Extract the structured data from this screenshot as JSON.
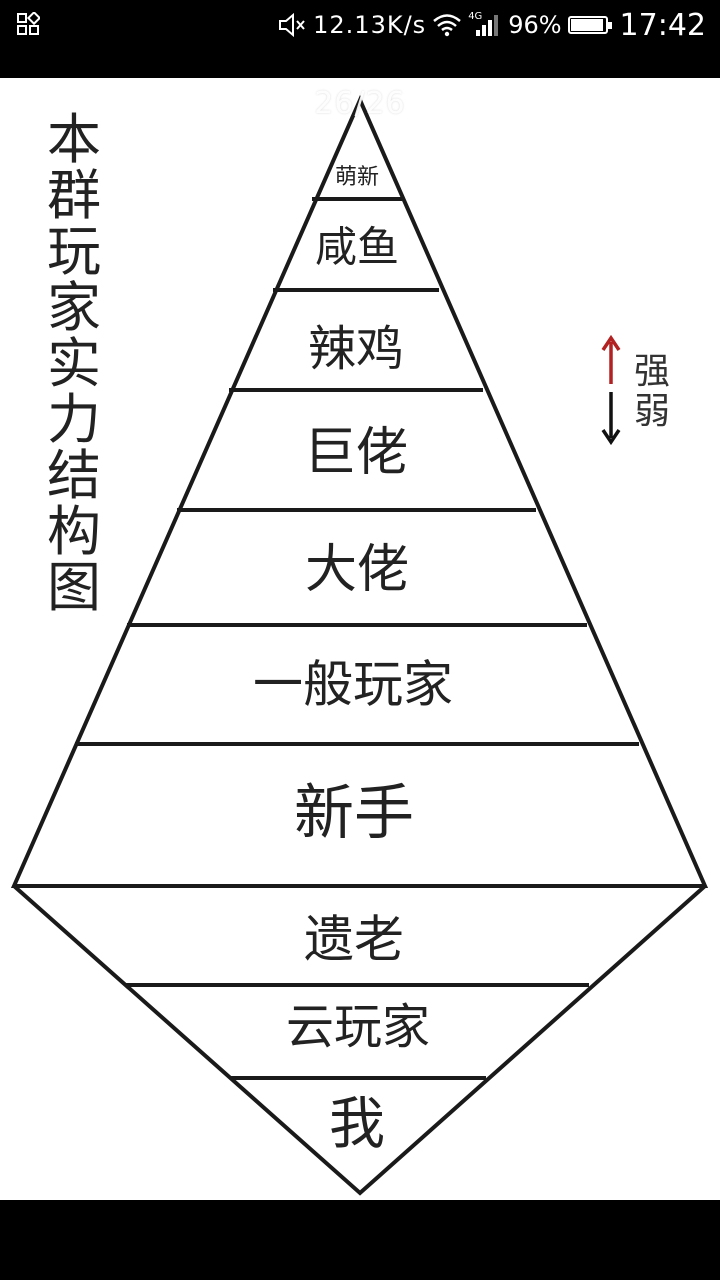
{
  "status_bar": {
    "network_speed": "12.13K/s",
    "network_type": "4G",
    "battery_percent": "96%",
    "battery_level": 0.96,
    "time": "17:42",
    "icons": [
      "app-grid-icon",
      "mute-icon",
      "wifi-icon",
      "signal-icon",
      "battery-icon"
    ]
  },
  "viewer": {
    "page_counter": "26/26",
    "icons": [
      "back-arrow-icon",
      "more-vertical-icon"
    ]
  },
  "image": {
    "side_title": "本群玩家实力结构图",
    "legend": {
      "text": "强弱",
      "up_color": "#b22222",
      "down_color": "#111111",
      "icons": [
        "up-arrow-icon",
        "down-arrow-icon"
      ]
    },
    "pyramid_tiers": [
      "萌新",
      "咸鱼",
      "辣鸡",
      "巨佬",
      "大佬",
      "一般玩家",
      "新手"
    ],
    "inverted_tiers": [
      "遗老",
      "云玩家",
      "我"
    ]
  }
}
